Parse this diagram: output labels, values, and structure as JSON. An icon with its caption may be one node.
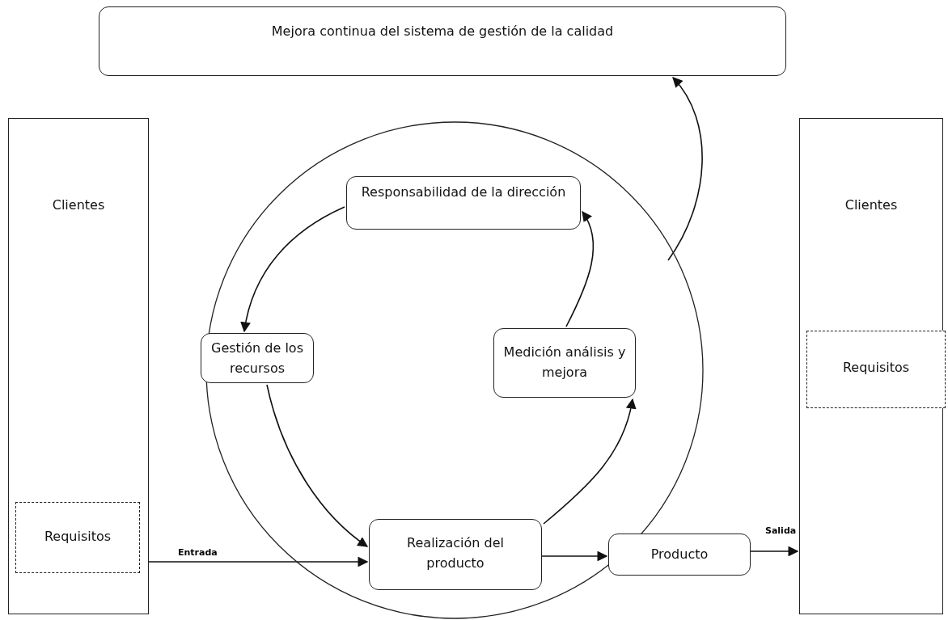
{
  "diagram": {
    "nodes": [
      {
        "text": [
          "Mejora continua del sistema de gestión de la calidad"
        ]
      },
      {
        "text": [
          "Clientes"
        ]
      },
      {
        "text": [
          "Requisitos"
        ],
        "in": 1
      },
      {
        "text": [],
        "shape": "circle"
      },
      {
        "text": [
          "Responsabilidad de la dirección"
        ],
        "in": 3
      },
      {
        "text": [
          "Gestión de los recursos"
        ],
        "in": 3
      },
      {
        "text": [
          "Medición análisis y mejora"
        ],
        "in": 3
      },
      {
        "text": [
          "Realización del producto"
        ],
        "in": 3
      },
      {
        "text": [
          "Producto"
        ]
      },
      {
        "text": [
          "Clientes"
        ]
      },
      {
        "text": [
          "Requisitos"
        ],
        "in": 9
      }
    ],
    "edges": [
      {
        "from": 3,
        "to": 0,
        "arrow": "to"
      },
      {
        "from": 4,
        "to": 5,
        "arrow": "to"
      },
      {
        "from": 6,
        "to": 4,
        "arrow": "to"
      },
      {
        "from": 5,
        "to": 7,
        "arrow": "to"
      },
      {
        "from": 7,
        "to": 6,
        "arrow": "to"
      },
      {
        "from": 2,
        "to": 7,
        "label": "Entrada",
        "arrow": "to"
      },
      {
        "from": 7,
        "to": 8,
        "arrow": "to"
      },
      {
        "from": 8,
        "to": 9,
        "label": "Salida",
        "arrow": "to"
      }
    ]
  }
}
